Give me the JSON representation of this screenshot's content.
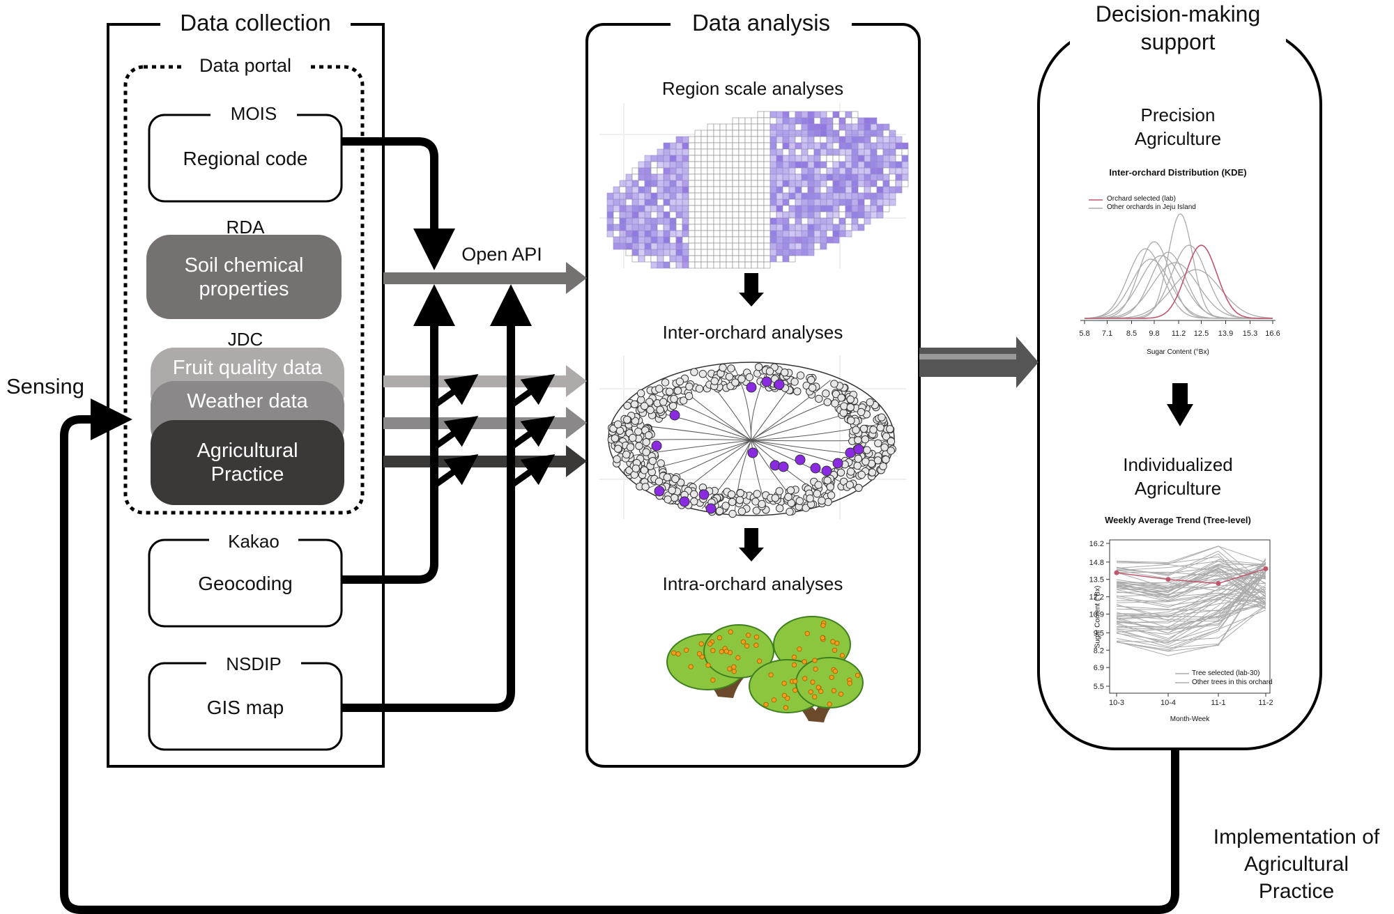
{
  "sections": {
    "collection": "Data collection",
    "analysis": "Data analysis",
    "decision": [
      "Decision-making",
      "support"
    ]
  },
  "portal_label": "Data portal",
  "sources": {
    "mois": {
      "org": "MOIS",
      "item": "Regional code"
    },
    "rda": {
      "org": "RDA",
      "item": [
        "Soil chemical",
        "properties"
      ]
    },
    "jdc": {
      "org": "JDC",
      "items": [
        "Fruit quality data",
        "Weather data",
        [
          "Agricultural",
          "Practice"
        ]
      ]
    },
    "kakao": {
      "org": "Kakao",
      "item": "Geocoding"
    },
    "nsdip": {
      "org": "NSDIP",
      "item": "GIS map"
    }
  },
  "open_api": "Open API",
  "sensing": "Sensing",
  "feedback": [
    "Implementation of",
    "Agricultural",
    "Practice"
  ],
  "analysis_steps": [
    "Region scale analyses",
    "Inter-orchard analyses",
    "Intra-orchard analyses"
  ],
  "decision_steps": {
    "precision": [
      "Precision",
      "Agriculture"
    ],
    "individual": [
      "Individualized",
      "Agriculture"
    ]
  },
  "colors": {
    "soil": "#757171",
    "fruit": "#aeaaaa",
    "weather": "#8a8888",
    "practice": "#3b3838",
    "region_fill": "#8a70e0",
    "orchard_dot": "#8a2be2",
    "selected_line": "#c0566e",
    "other_line": "#aaaaaa"
  },
  "chart_data": [
    {
      "type": "line",
      "title": "Inter-orchard Distribution (KDE)",
      "xlabel": "Sugar Content (°Bx)",
      "ylabel": "",
      "x_ticks": [
        "5.8",
        "7.1",
        "8.5",
        "9.8",
        "11.2",
        "12.5",
        "13.9",
        "15.3",
        "16.6"
      ],
      "xlim": [
        5.8,
        16.6
      ],
      "legend": [
        "Orchard selected (lab)",
        "Other orchards in Jeju Island"
      ],
      "legend_position": "top-left",
      "series_note": "one density curve per orchard",
      "highlighted_peak_bx": 12.5,
      "other_peaks_bx": [
        9.3,
        9.6,
        9.8,
        10.2,
        10.6,
        11.0,
        11.3,
        11.8,
        12.2
      ]
    },
    {
      "type": "line",
      "title": "Weekly Average Trend (Tree-level)",
      "xlabel": "Month-Week",
      "ylabel": "Sugar Content (°Bx)",
      "categories": [
        "10-3",
        "10-4",
        "11-1",
        "11-2"
      ],
      "y_ticks": [
        "16.2",
        "14.8",
        "13.5",
        "12.2",
        "10.9",
        "9.5",
        "8.2",
        "6.9",
        "5.5"
      ],
      "ylim": [
        5.5,
        16.2
      ],
      "legend": [
        "Tree selected (lab-30)",
        "Other trees in this orchard"
      ],
      "legend_position": "bottom-right",
      "selected_series": {
        "name": "Tree selected (lab-30)",
        "x": [
          "10-3",
          "10-4",
          "11-1",
          "11-2"
        ],
        "y": [
          14.0,
          13.5,
          13.2,
          14.3
        ]
      }
    }
  ]
}
